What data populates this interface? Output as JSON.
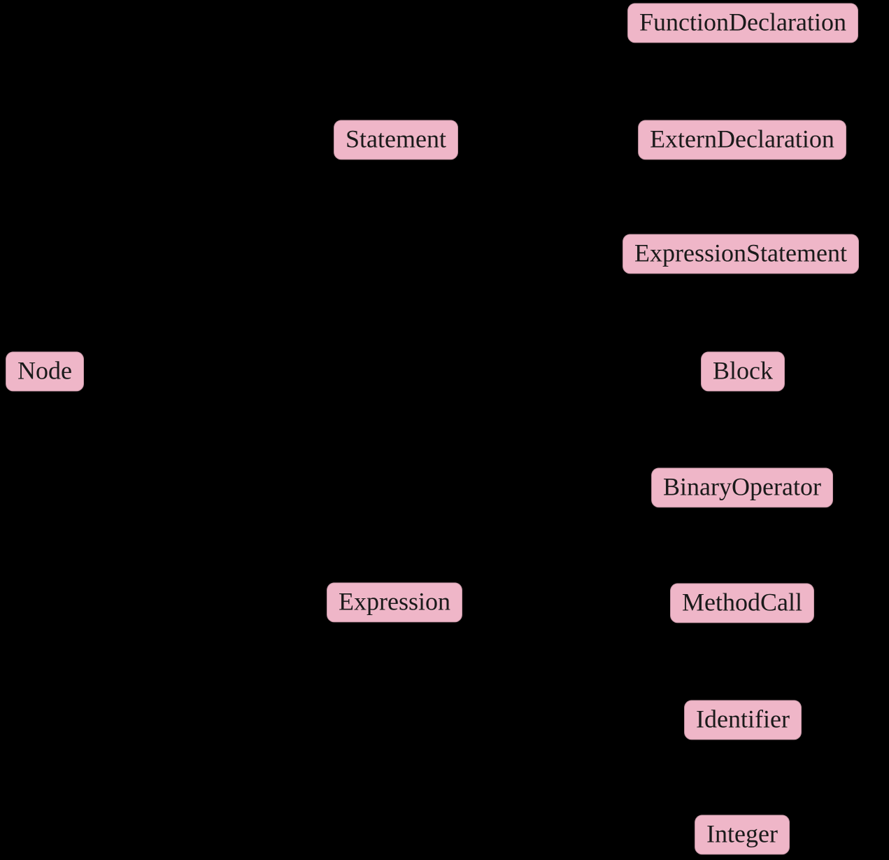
{
  "diagram": {
    "description": "AST node class hierarchy diagram",
    "background_color": "#000000",
    "node_fill_color": "#efb6c8",
    "node_text_color": "#1a1a1a",
    "edges_visible": false,
    "nodes": [
      {
        "id": "node",
        "label": "Node"
      },
      {
        "id": "statement",
        "label": "Statement"
      },
      {
        "id": "expression",
        "label": "Expression"
      },
      {
        "id": "function-declaration",
        "label": "FunctionDeclaration"
      },
      {
        "id": "extern-declaration",
        "label": "ExternDeclaration"
      },
      {
        "id": "expression-statement",
        "label": "ExpressionStatement"
      },
      {
        "id": "block",
        "label": "Block"
      },
      {
        "id": "binary-operator",
        "label": "BinaryOperator"
      },
      {
        "id": "method-call",
        "label": "MethodCall"
      },
      {
        "id": "identifier",
        "label": "Identifier"
      },
      {
        "id": "integer",
        "label": "Integer"
      }
    ]
  }
}
